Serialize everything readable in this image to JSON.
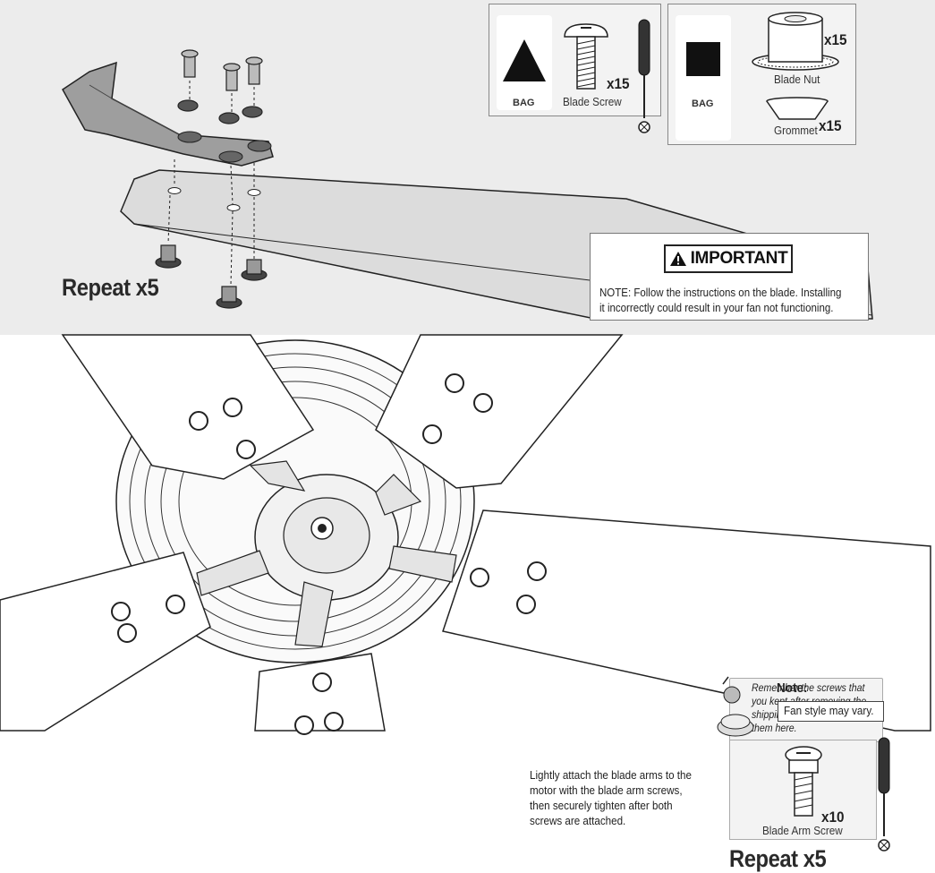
{
  "top": {
    "repeat_label": "Repeat x5",
    "parts_box_1": {
      "bag_label": "BAG",
      "part_name": "Blade Screw",
      "qty": "x15"
    },
    "parts_box_2": {
      "bag_label": "BAG",
      "nut_name": "Blade Nut",
      "nut_qty": "x15",
      "grommet_name": "Grommet",
      "grommet_qty": "x15"
    },
    "important": {
      "title": "IMPORTANT",
      "note": "NOTE: Follow the instructions on the blade. Installing it incorrectly could result in your fan not functioning."
    }
  },
  "bottom": {
    "instruction": "Lightly attach the blade arms to the motor with the blade arm screws, then securely tighten after both screws are attached.",
    "remember": "Remember the screws that you kept after removing the shipping blocks? You need them here.",
    "blade_arm_screw": {
      "name": "Blade Arm Screw",
      "qty": "x10"
    },
    "repeat_label": "Repeat x5",
    "note_label": "Note:",
    "note_text": "Fan style may vary."
  },
  "icons": [
    "triangle-bag-icon",
    "square-bag-icon",
    "screwdriver-icon",
    "warning-icon"
  ],
  "colors": {
    "panel_bg": "#ececec",
    "line": "#222222",
    "box_bg": "#f3f3f3"
  }
}
